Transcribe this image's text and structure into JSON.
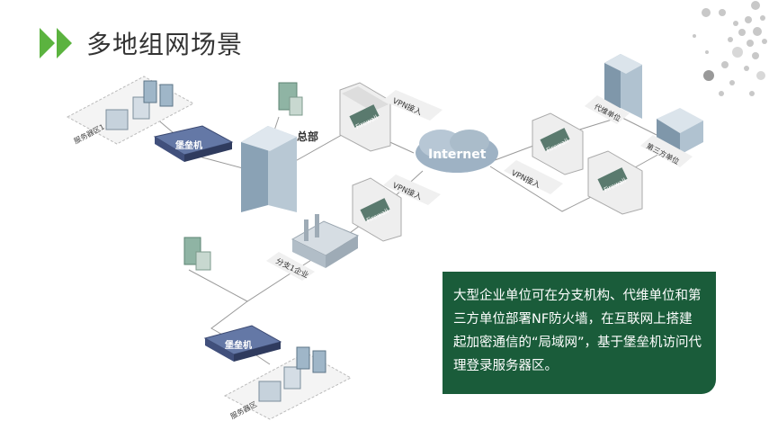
{
  "title": "多地组网场景",
  "description": "大型企业单位可在分支机构、代维单位和第三方单位部署NF防火墙，在互联网上搭建起加密通信的“局域网”，基于堡垒机访问代理登录服务器区。",
  "labels": {
    "internet": "Internet",
    "hq": "总部",
    "branch": "分支1企业",
    "maint": "代维单位",
    "third": "第三方单位",
    "server_zone_1": "服务器区1",
    "server_zone_2": "服务器区",
    "bastion_1": "堡垒机",
    "bastion_2": "堡垒机",
    "vpn_1": "VPN接入",
    "vpn_2": "VPN接入",
    "vpn_3": "VPN接入",
    "firewall": "Firewall"
  },
  "colors": {
    "accent": "#5bb33f",
    "panel": "#1a5c3a"
  }
}
